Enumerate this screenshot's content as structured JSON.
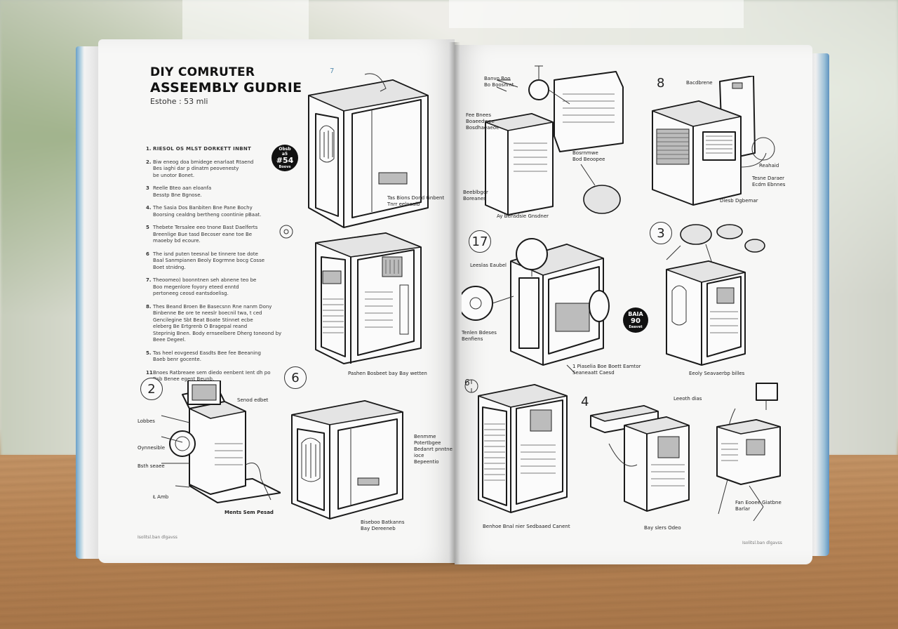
{
  "scene": {
    "background": "blurred window and wooden table",
    "colors": {
      "page": "#f7f7f6",
      "ink": "#1a1a1a",
      "table": "#b88556",
      "page_edge_accent": "#5f93bf"
    }
  },
  "left_page": {
    "title_line1": "DIY COMRUTER",
    "title_line2": "ASSEEMBLY GUDRIE",
    "subtitle": "Estohe : 53 mli",
    "steps": [
      {
        "num": "1.",
        "text": "RIESOL OS MLST DORKETT INBNT"
      },
      {
        "num": "2.",
        "text": "Biw eneog doa bmidege enarlaat Rtaend\nBes iaghi dar p dinatm peovenesty\nbe unotor Bonet."
      },
      {
        "num": "3",
        "text": "Reelle Bteo aan eloanfa\nBesstp Bne Bgnose."
      },
      {
        "num": "4.",
        "text": "The Sasia Dos Banbiten Bne Pane Bochy\nBoorsing cealdng bertheng coontinie pBaat."
      },
      {
        "num": "5",
        "text": "Thebete Tersalee eeo tnone Bast Daelferts\nBreenlige Bue tasd Becoser eane toe Be\nmaoeby bd ecoure."
      },
      {
        "num": "6",
        "text": "The isnd puten teesnal be tinnere toe dote\nBaal Sanmpianen Beoly Eogrmne bocg Cosse\nBoet stnidng."
      },
      {
        "num": "7.",
        "text": "Theoomeo) boonntnen seh abnene teo be\nBoo megenlore foyory eteed enntd\npertoneeg ceosd eantsdoelisg."
      },
      {
        "num": "8.",
        "text": "Thes Beand Broen Be Basecsnn Rne nanm Dony\nBinbenne Be ore te neeslr boecnil twa, t ced\nGencilegine Sbt Beat Boate Stinnet ecbe\neleberg Be Ertgrenb O Bragepal reand\nSteprinig Bnen. Body ernseelbere Dherg toneond by\nBeee Degeel."
      },
      {
        "num": "5.",
        "text": "Tas heel eovgeesd Easdts Bee fee Beeaning\nBaeb benr gocente."
      },
      {
        "num": "11",
        "text": "Bnoes Ratbreaee sem diedo eenbent Ient dh po\nDsb Benee egent Beunb."
      }
    ],
    "fig_a": {
      "caption": "Tas Bions Dond Gnbent\nTnrr eelnealb",
      "badge_l1": "Obsb",
      "badge_l2": "a5",
      "badge_l3": "#54",
      "badge_l4": "Boovs",
      "mark": "7"
    },
    "fig_b": {
      "caption": "Pashen Bosbeet bay Bay wetten"
    },
    "fig_c": {
      "step": "2",
      "labels": [
        "Lobbes",
        "Senod edbet",
        "Oynnesible",
        "Bsth seaee",
        "Ł Amb",
        "Ments Sem Pesad"
      ]
    },
    "fig_d": {
      "step": "6",
      "label": "Benmme Potertbgee\nBedanrt pnntne ioce\nBepeentio",
      "caption": "Biseboo Batkanns\nBay Dereeneb"
    },
    "footer": "Isolitsl.ban dlgavss"
  },
  "right_page": {
    "fig_a": {
      "labels": [
        "Banvo Boo\nBo Boosnmt",
        "Fee Bnees\nBoaeedwee\nBosdhaeaeoe",
        "Beeblbgor\nBoreanes",
        "Bosrnmwe\nBod Beoopee"
      ],
      "caption": "Ay Bensdsie Gnsdner"
    },
    "fig_b": {
      "step": "8",
      "label": "Bacdbrene",
      "label2": "Reahaid",
      "label3": "Tesne Daraer\nEcdm Ebnnes",
      "caption": "Diesb Dgbemar"
    },
    "fig_c": {
      "step": "17",
      "labels": [
        "Leeslas Eaubel",
        "Tenlen Bdeses\nBenfiens"
      ],
      "caption": "1  Piaselia Boe Boett Eamtor\nSeaneaatt Caesd",
      "badge_l1": "BAIA",
      "badge_l2": "90",
      "badge_l3": "Eeavet"
    },
    "fig_d": {
      "step": "3",
      "caption": "Eeoly Seavaerbp billes"
    },
    "fig_e": {
      "step": "6",
      "caption": "Benhoe Bnal nier Sedbaaed Canent"
    },
    "fig_f": {
      "step": "4",
      "label": "Leeoth dias",
      "caption": "Bay slers Odeo"
    },
    "fig_g": {
      "caption": "Fan Eooee Giatbne\nBarlar"
    },
    "footer": "Isolitsl.ban dlgavss"
  }
}
